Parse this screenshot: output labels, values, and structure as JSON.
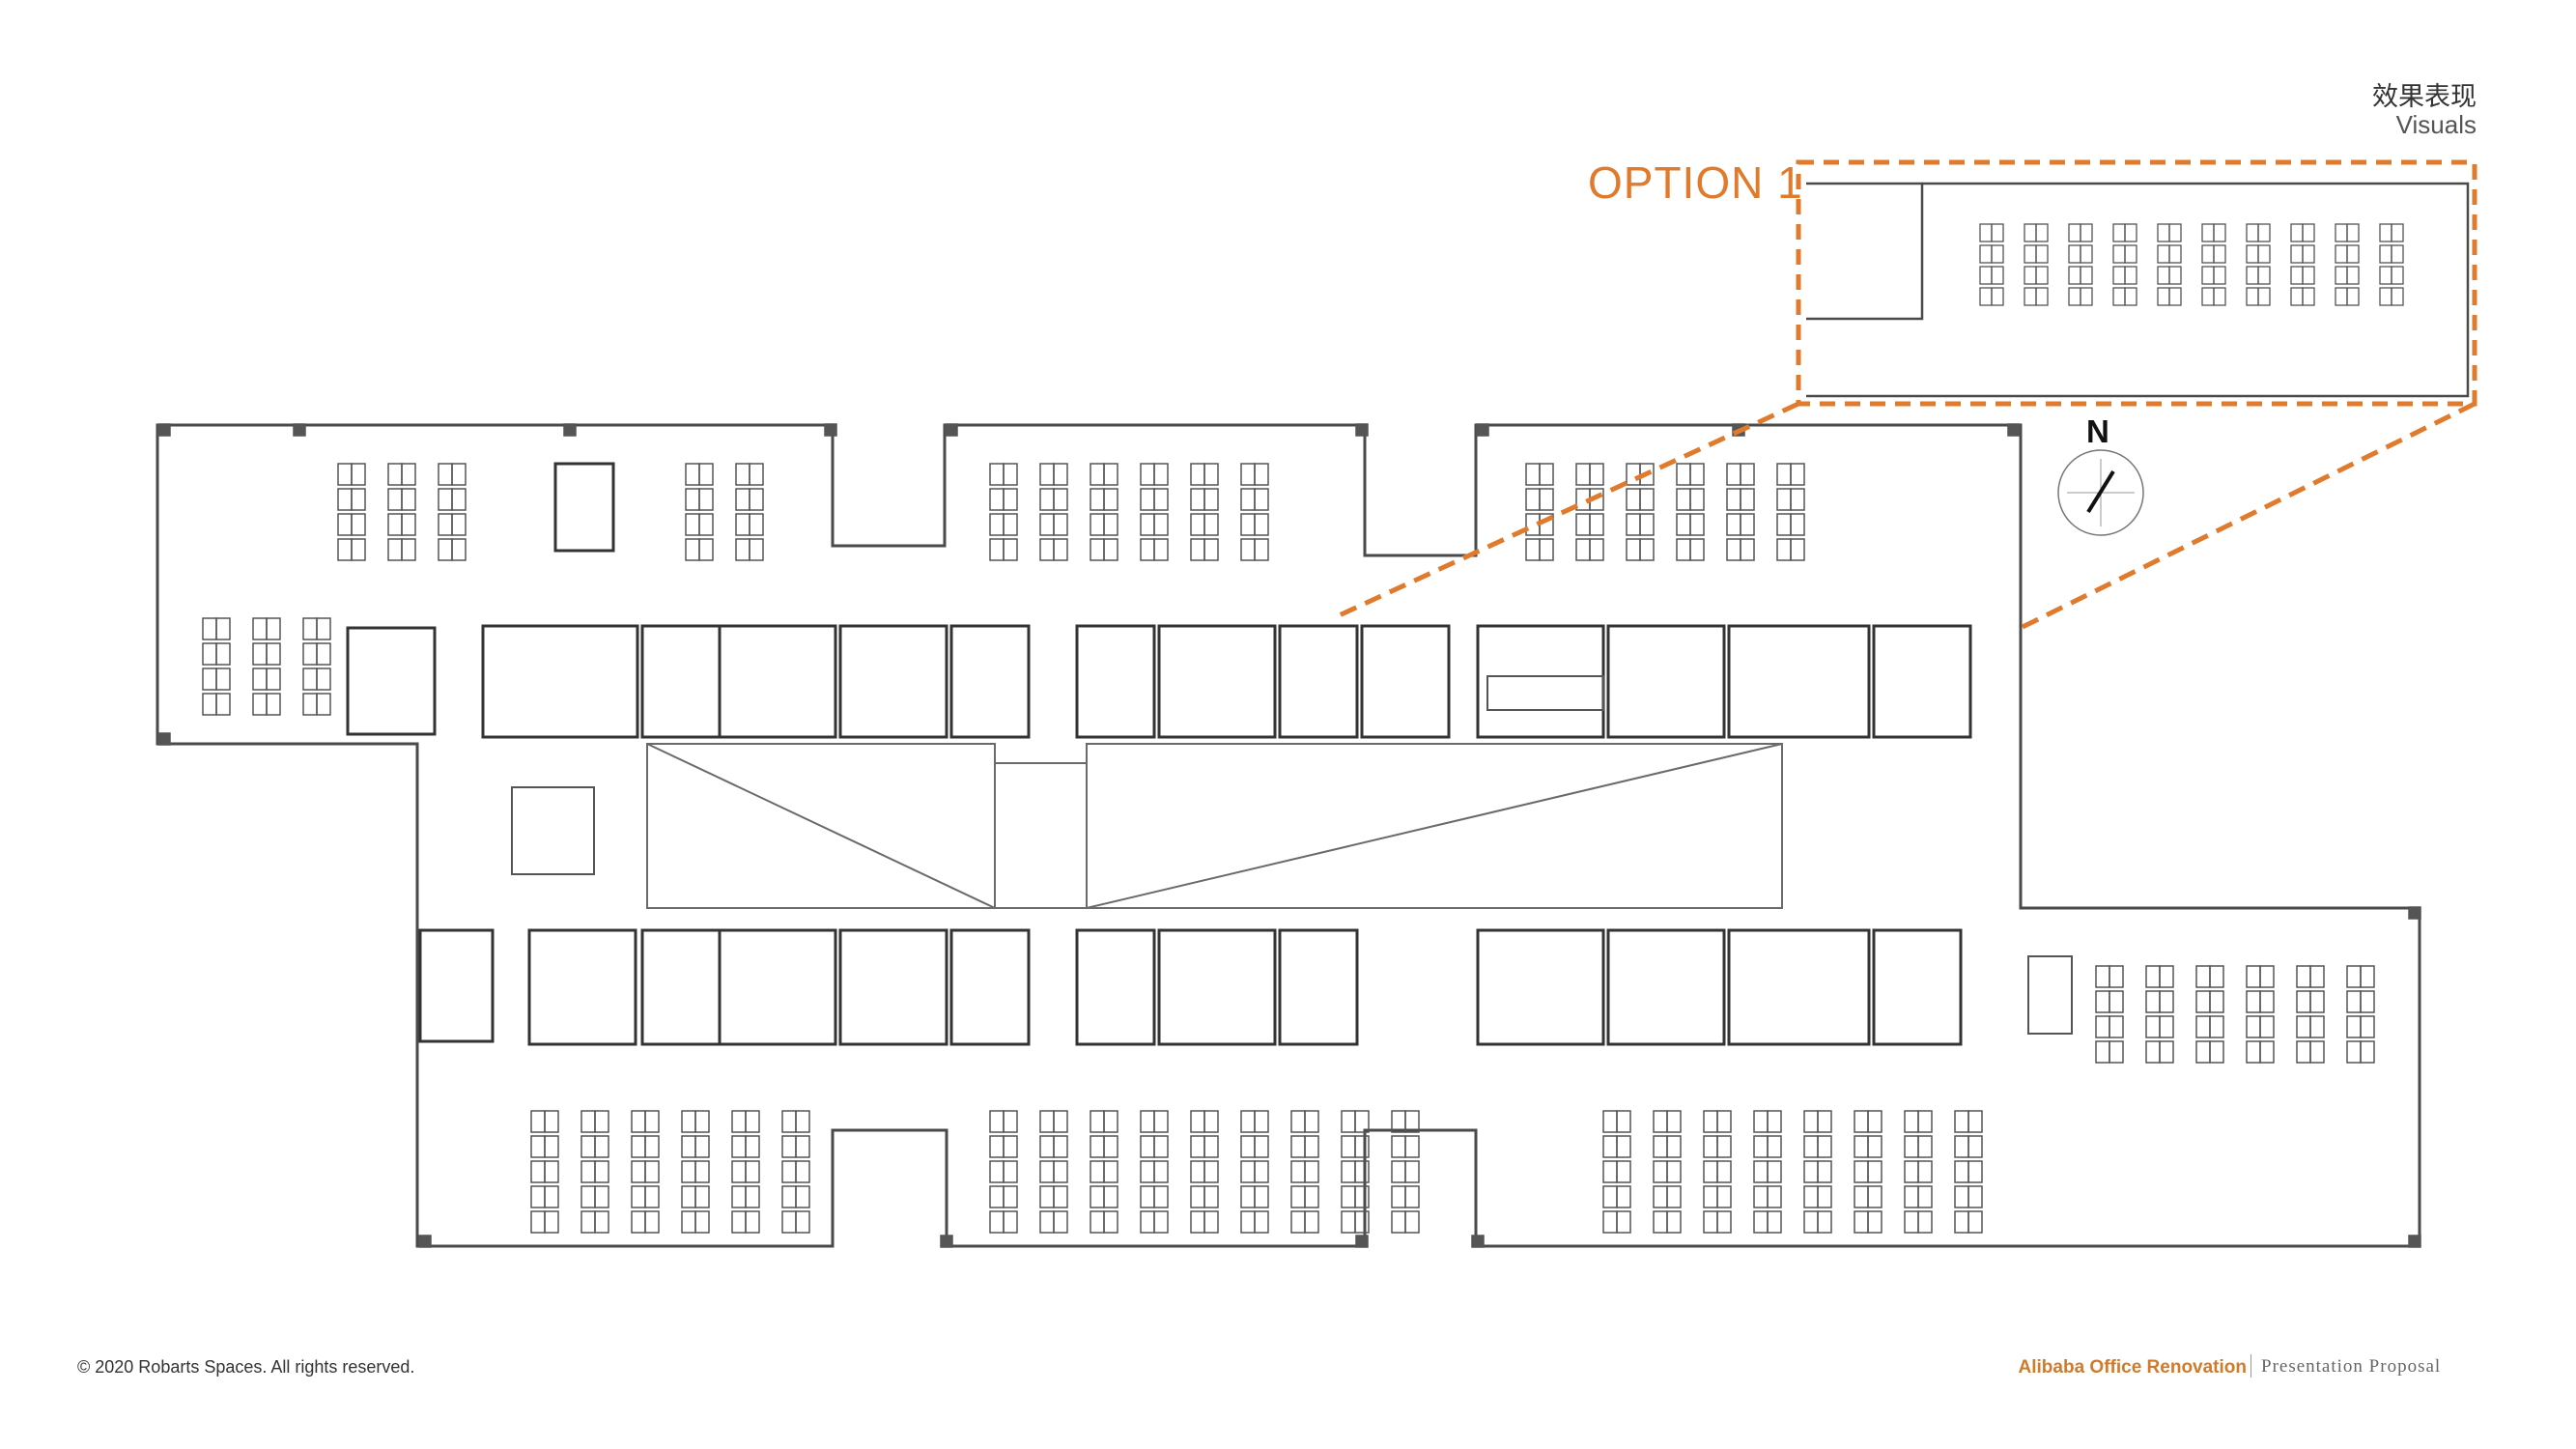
{
  "header": {
    "title_cn": "效果表现",
    "title_en": "Visuals"
  },
  "plan": {
    "option_label": "OPTION 1",
    "north_label": "N",
    "highlight_color": "#e07a2c",
    "line_color": "#4a4a4a"
  },
  "footer": {
    "copyright": "© 2020 Robarts Spaces. All rights reserved.",
    "brand": "Alibaba Office Renovation",
    "proposal": "Presentation Proposal",
    "brand_color": "#d17a2a"
  }
}
